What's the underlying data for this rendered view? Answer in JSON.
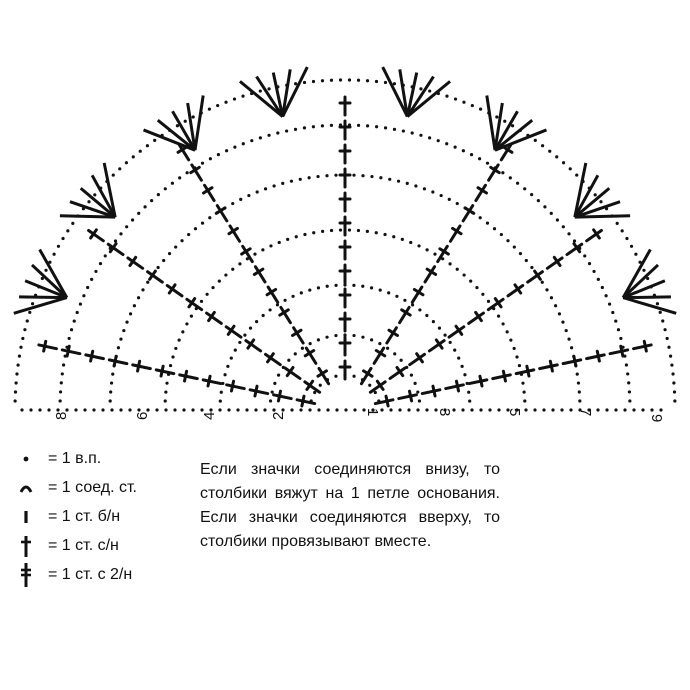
{
  "diagram": {
    "row_labels_left": [
      "8",
      "6",
      "4",
      "2"
    ],
    "row_labels_center": "1",
    "row_labels_right": [
      "3",
      "5",
      "7",
      "9"
    ]
  },
  "legend": [
    {
      "symbol": "chain-stitch",
      "text": "= 1 в.п."
    },
    {
      "symbol": "slip-stitch",
      "text": "= 1 соед. ст."
    },
    {
      "symbol": "single-crochet",
      "text": "= 1 ст. б/н"
    },
    {
      "symbol": "double-crochet",
      "text": "= 1 ст. с/н"
    },
    {
      "symbol": "treble-crochet",
      "text": "= 1 ст. с 2/н"
    }
  ],
  "note": "Если значки соединяются внизу, то столбики вяжут на 1 петле основания. Если значки соединяются вверху, то столбики провязывают вместе."
}
